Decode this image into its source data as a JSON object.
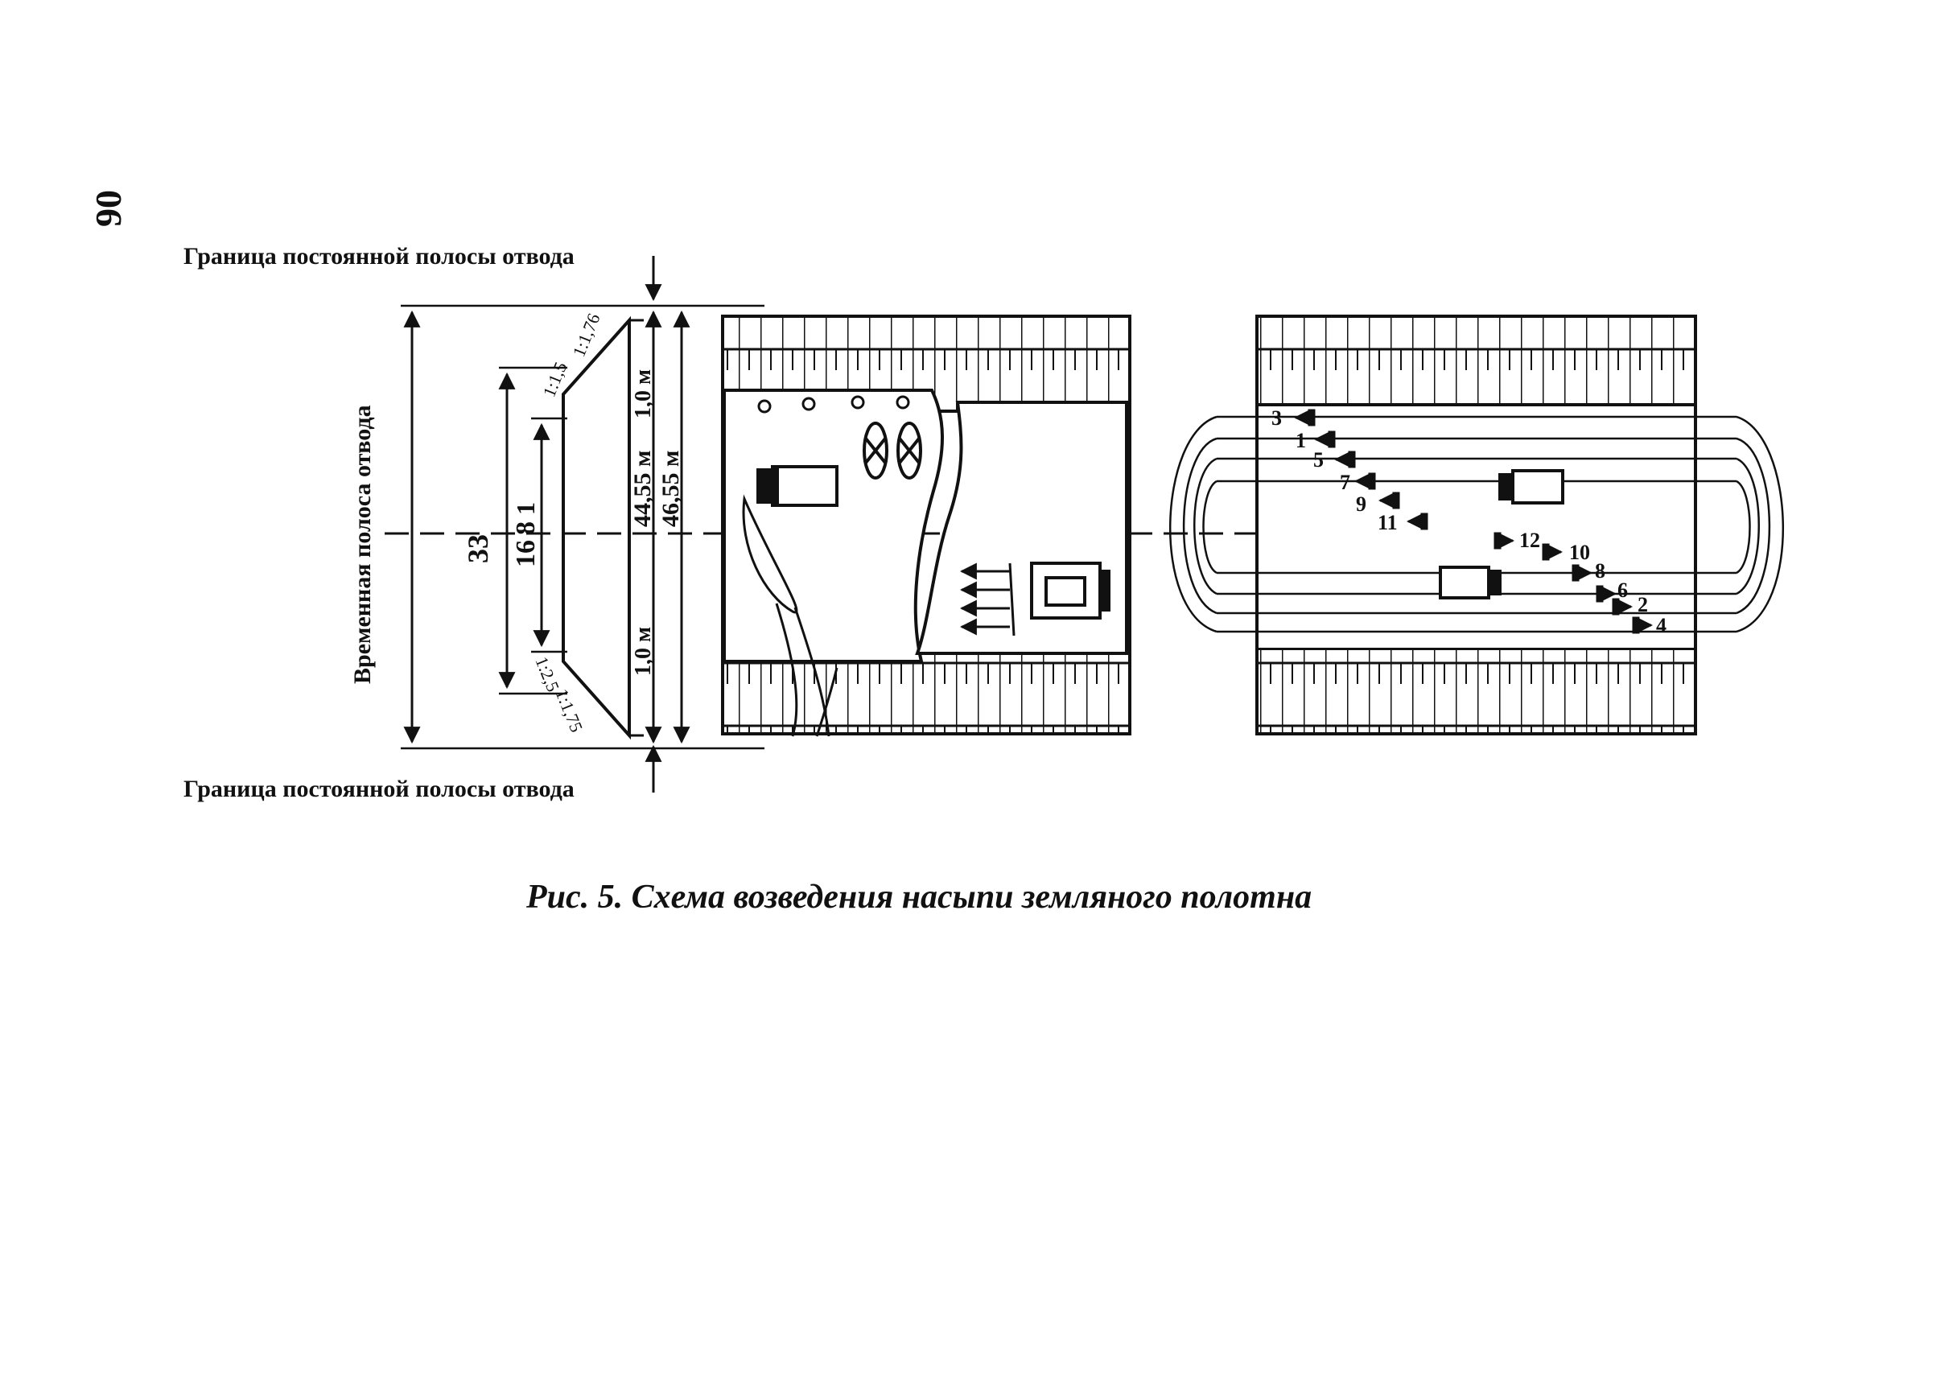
{
  "page_number": "90",
  "top_boundary_label": "Граница постоянной полосы отвода",
  "bottom_boundary_label": "Граница постоянной полосы отвода",
  "vertical_label": "Временная полоса отвода",
  "dimensions": {
    "total": "33",
    "inner": "16",
    "inner_b": "8",
    "inner_c": "1",
    "width_a": "44,55 м",
    "width_b": "46,55 м",
    "top_offset": "1,0 м",
    "bottom_offset": "1,0 м",
    "slope_top_a": "1:1,76",
    "slope_top_b": "1:1,5",
    "slope_bot_a": "1:2,5",
    "slope_bot_b": "1:1,75"
  },
  "pass_numbers": [
    "1",
    "2",
    "3",
    "4",
    "5",
    "6",
    "7",
    "8",
    "9",
    "10",
    "11",
    "12"
  ],
  "caption": "Рис. 5. Схема возведения насыпи земляного полотна"
}
